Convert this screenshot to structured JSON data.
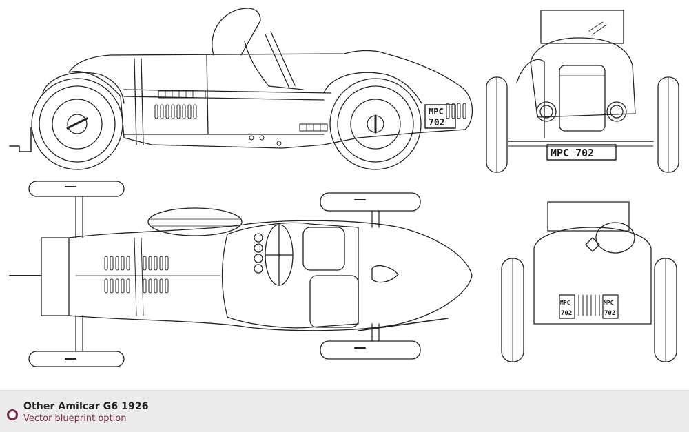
{
  "caption": {
    "title": "Other Amilcar G6 1926",
    "subtitle": "Vector blueprint option"
  },
  "plates": {
    "side": [
      "MPC",
      "702"
    ],
    "front": "MPC 702",
    "rear_left": [
      "MPC",
      "702"
    ],
    "rear_right": [
      "MPC",
      "702"
    ]
  },
  "colors": {
    "line": "#222222",
    "footer_bg": "#ebebeb",
    "accent": "#7b2b4d"
  },
  "icons": {
    "caption_marker": "circle-bullet-icon"
  }
}
